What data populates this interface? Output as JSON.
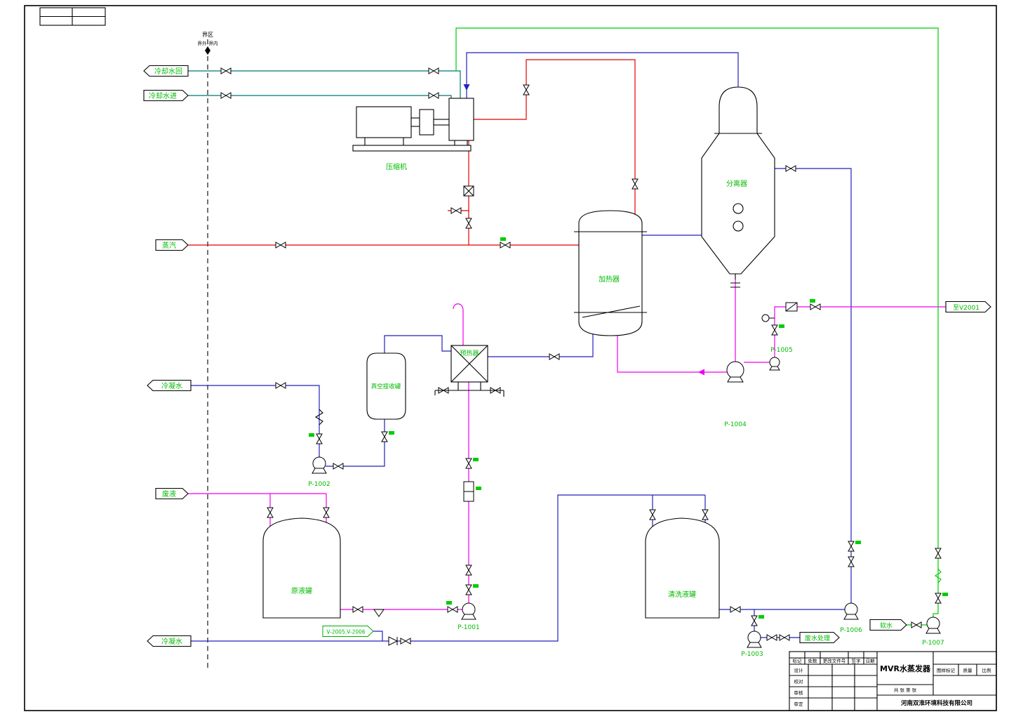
{
  "drawing": {
    "title": "MVR水蒸发器",
    "company": "河南双淮环境科技有限公司"
  },
  "boundary": {
    "label": "界区",
    "left": "界外",
    "right": "界内"
  },
  "streams": {
    "cooling_water_return": "冷却水回",
    "cooling_water_supply": "冷却水进",
    "steam": "蒸汽",
    "condensate_mid": "冷凝水",
    "waste_liquid": "废液",
    "condensate_bottom": "冷凝水",
    "to_v2001": "至V2001",
    "wastewater": "废水处理",
    "soft_water": "软水",
    "vessel_tag": "V-2005,V-2006"
  },
  "equipment": {
    "compressor": "压缩机",
    "separator": "分离器",
    "heater": "加热器",
    "preheater": "预热器",
    "vacuum_tank": "真空接收罐",
    "raw_tank": "原液罐",
    "cleaning_tank": "清洗液罐"
  },
  "pumps": {
    "p1001": "P-1001",
    "p1002": "P-1002",
    "p1003": "P-1003",
    "p1004": "P-1004",
    "p1005": "P-1005",
    "p1006": "P-1006",
    "p1007": "P-1007"
  },
  "title_block": {
    "mark": "标记",
    "qty": "处数",
    "change_doc": "更改文件号",
    "sign": "签字",
    "date": "日期",
    "design": "设计",
    "check": "校对",
    "review": "审核",
    "approve": "审定",
    "drawing_mark": "图样标记",
    "weight": "质量",
    "scale": "比例",
    "sheets": "共 张 第 张"
  },
  "colors": {
    "cooling_water": "#007878",
    "steam": "#e00000",
    "condensate": "#2222bb",
    "process_liquid": "#ee00ee",
    "soft_water": "#00cc00",
    "label_green": "#00bb00"
  }
}
